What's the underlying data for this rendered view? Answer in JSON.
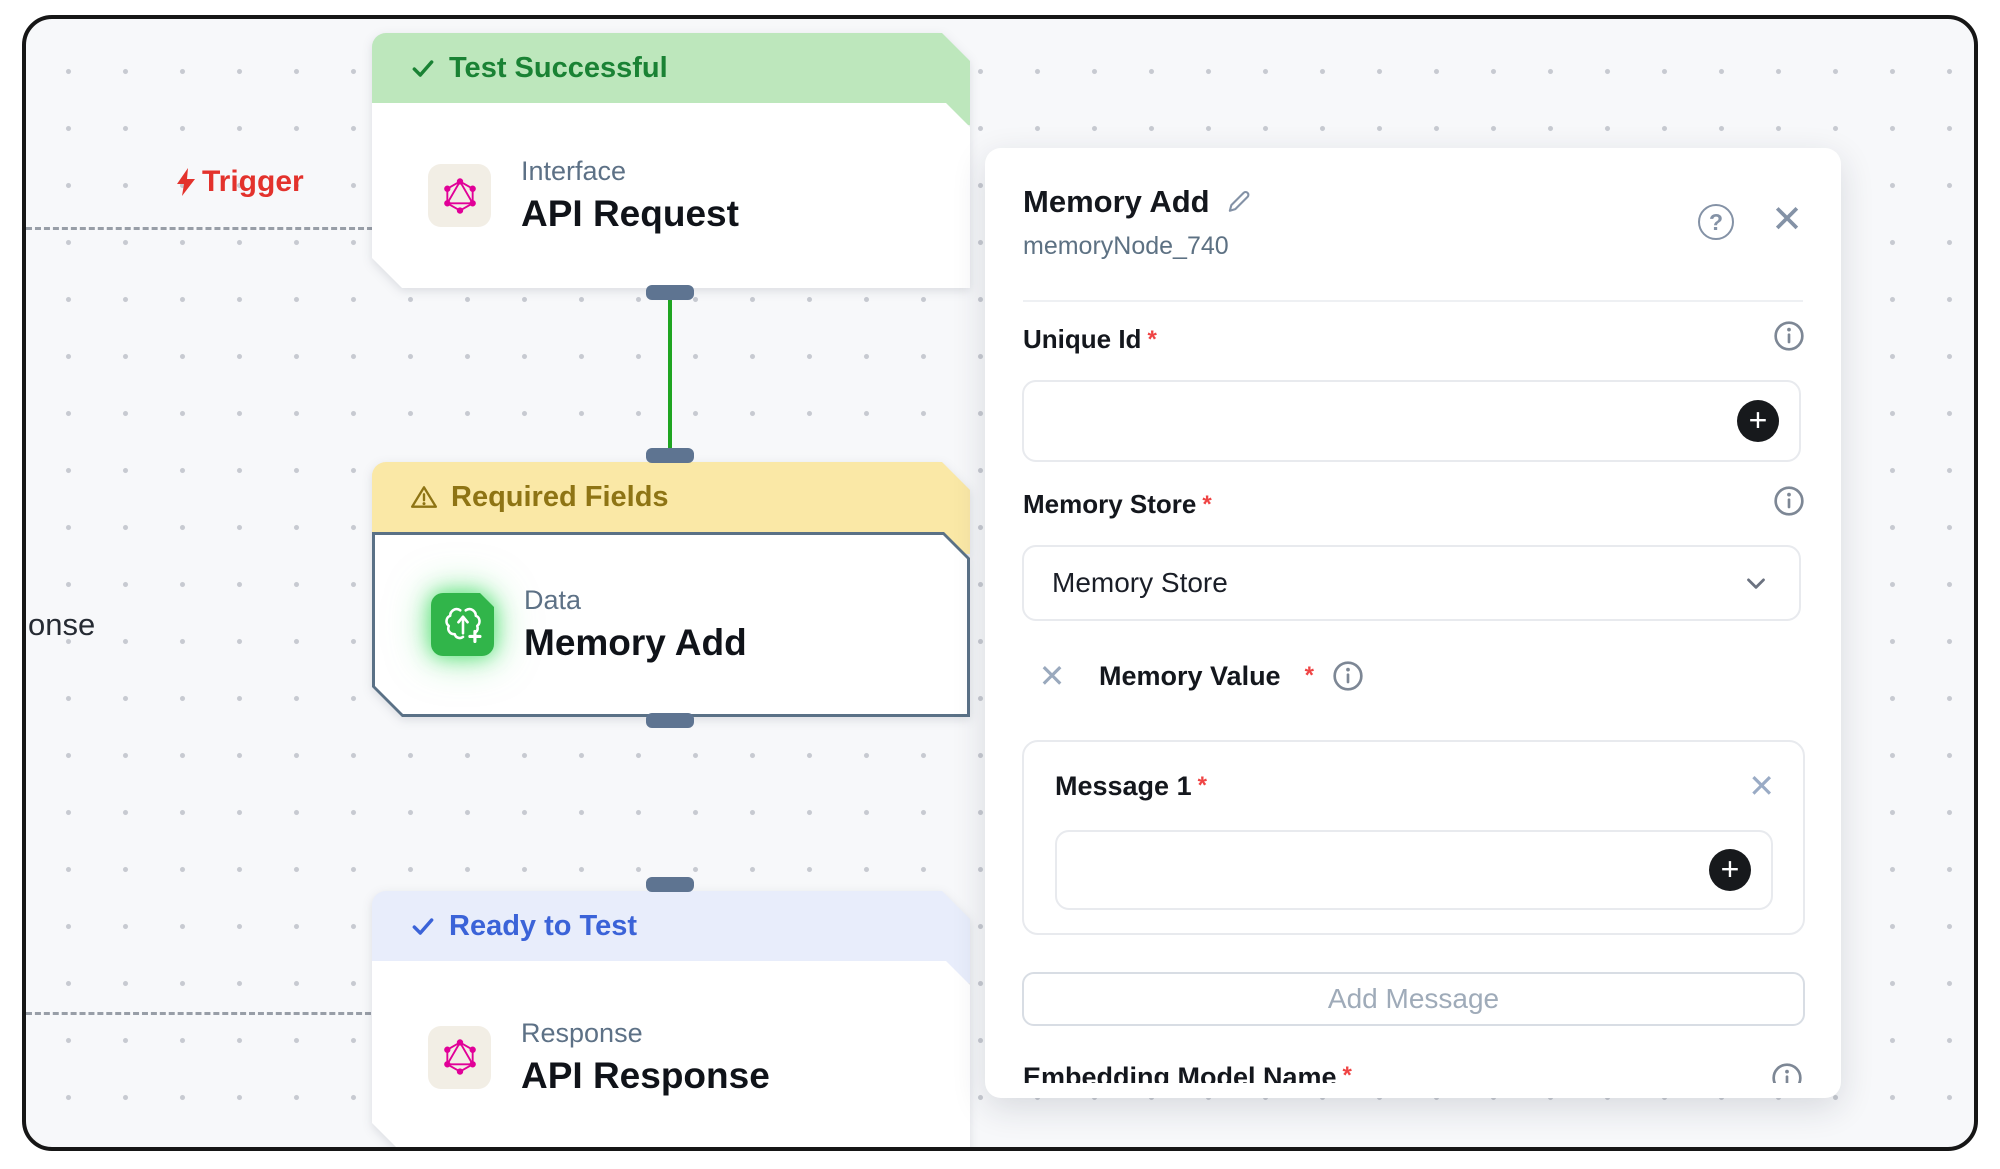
{
  "app": {
    "description": "Workflow builder canvas with node configuration panel"
  },
  "icons": {
    "help": "?",
    "close": "✕",
    "plus": "+",
    "remove": "✕"
  },
  "canvas": {
    "trigger_label": "Trigger",
    "clipped_node_text": "onse",
    "nodes": [
      {
        "status": "Test Successful",
        "type": "success",
        "icon": "graphql-icon",
        "category": "Interface",
        "title": "API Request"
      },
      {
        "status": "Required Fields",
        "type": "warning",
        "icon": "brain-add-icon",
        "category": "Data",
        "title": "Memory Add",
        "selected": true
      },
      {
        "status": "Ready to Test",
        "type": "info",
        "icon": "graphql-icon",
        "category": "Response",
        "title": "API Response"
      }
    ]
  },
  "panel": {
    "title": "Memory Add",
    "node_id": "memoryNode_740",
    "required_marker": "*",
    "unique_id": {
      "label": "Unique Id",
      "value": ""
    },
    "memory_store": {
      "label": "Memory Store",
      "value": "Memory Store"
    },
    "memory_value": {
      "label": "Memory Value"
    },
    "messages": [
      {
        "label": "Message 1",
        "value": ""
      }
    ],
    "add_message_label": "Add Message",
    "embedding_model": {
      "label": "Embedding Model Name"
    }
  },
  "colors": {
    "canvas_bg": "#f7f8fa",
    "frame_border": "#161616",
    "success_bg": "#bde7bc",
    "success_text": "#1a8234",
    "warning_bg": "#fae8a6",
    "warning_text": "#8e7414",
    "info_bg": "#e8edfb",
    "info_text": "#3b63d8",
    "connector": "#5e7491",
    "edge_green": "#1fa521",
    "trigger_red": "#e3322c",
    "node_icon_pink": "#e10098",
    "memory_green": "#31b54a",
    "selected_border": "#5a7186",
    "required_red": "#ef4444",
    "plus_button": "#17191c"
  }
}
